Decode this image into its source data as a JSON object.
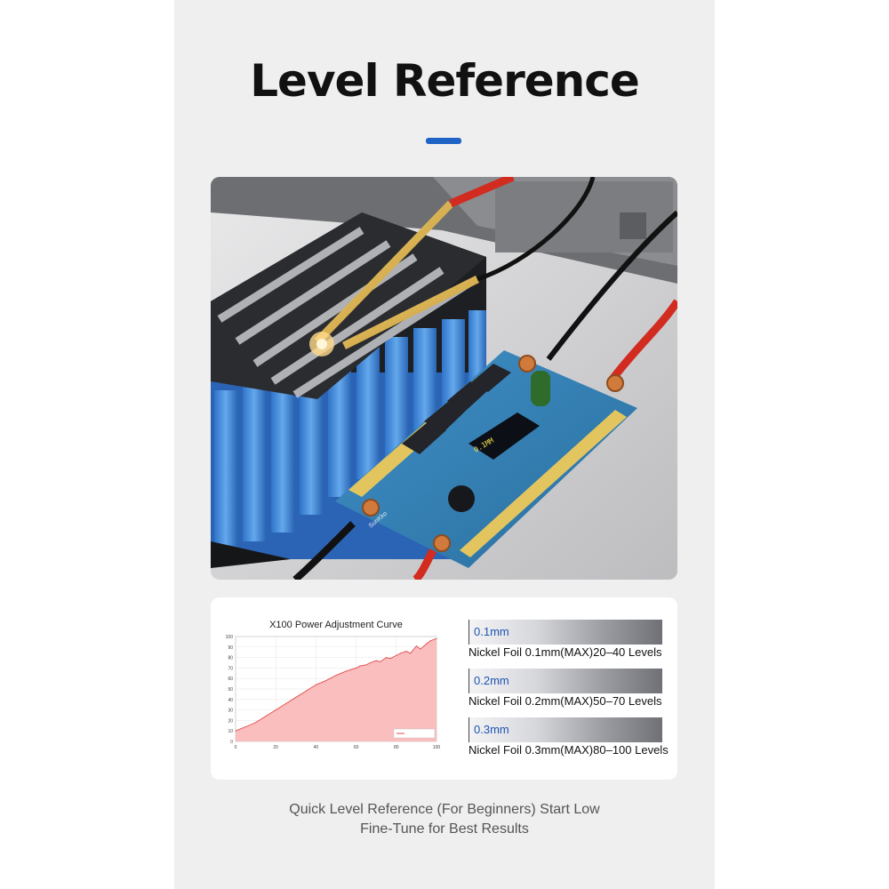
{
  "header": {
    "title": "Level Reference"
  },
  "photo": {
    "pcb_brand": "SunKko",
    "lcd_line1": "0.1MM"
  },
  "chart_data": {
    "type": "area",
    "title": "X100 Power Adjustment Curve",
    "xlabel": "",
    "ylabel": "",
    "xlim": [
      0,
      100
    ],
    "ylim": [
      0,
      100
    ],
    "xticks": [
      "0",
      "20",
      "40",
      "60",
      "80",
      "100"
    ],
    "yticks": [
      "0",
      "10",
      "20",
      "30",
      "40",
      "50",
      "60",
      "70",
      "80",
      "90",
      "100"
    ],
    "legend_position": "bottom-right",
    "x": [
      0,
      5,
      10,
      15,
      20,
      25,
      30,
      35,
      40,
      45,
      50,
      55,
      60,
      62,
      65,
      67,
      70,
      72,
      75,
      77,
      80,
      82,
      85,
      87,
      90,
      92,
      95,
      97,
      100
    ],
    "series": [
      {
        "values": [
          10,
          14,
          18,
          24,
          30,
          36,
          42,
          48,
          54,
          58,
          63,
          67,
          70,
          72,
          73,
          75,
          77,
          76,
          80,
          79,
          82,
          84,
          86,
          84,
          91,
          88,
          93,
          96,
          98
        ]
      }
    ]
  },
  "levels": [
    {
      "tag": "0.1mm",
      "text": "Nickel Foil 0.1mm(MAX)20–40 Levels"
    },
    {
      "tag": "0.2mm",
      "text": "Nickel Foil 0.2mm(MAX)50–70 Levels"
    },
    {
      "tag": "0.3mm",
      "text": "Nickel Foil 0.3mm(MAX)80–100 Levels"
    }
  ],
  "caption": {
    "line1": "Quick Level Reference (For Beginners) Start Low",
    "line2": "Fine-Tune for Best Results"
  },
  "colors": {
    "accent": "#1f63c7",
    "curve": "#e24a4a",
    "fill": "#f9b7b7"
  }
}
